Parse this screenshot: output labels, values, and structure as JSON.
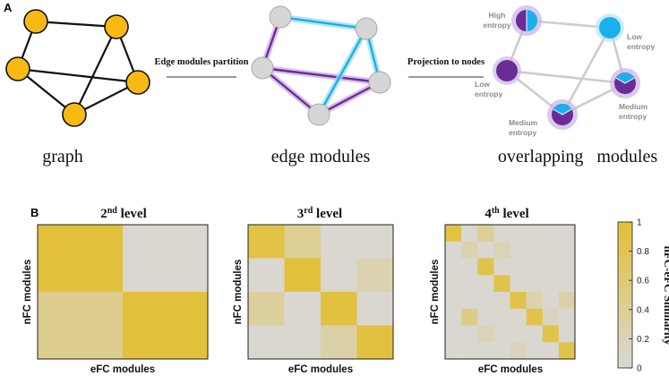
{
  "panel_a": {
    "label": "A",
    "captions": {
      "graph": "graph",
      "edge_modules": "edge modules",
      "overlapping_modules": "overlapping   modules"
    },
    "arrows": {
      "partition": "Edge modules partition",
      "projection": "Projection to nodes"
    },
    "node_annotations": {
      "top_left": {
        "line1": "High",
        "line2": "entropy"
      },
      "top_right": {
        "line1": "Low",
        "line2": "entropy"
      },
      "left": {
        "line1": "Low",
        "line2": "entropy"
      },
      "right": {
        "line1": "Medium",
        "line2": "entropy"
      },
      "bottom": {
        "line1": "Medium",
        "line2": "entropy"
      }
    },
    "colors": {
      "node_fill": "#f8b913",
      "module_blue": "#1ab0ec",
      "module_purple": "#7a3ea6",
      "grey_node": "#d6d6d6",
      "grey_edge": "#cccccc"
    }
  },
  "panel_b": {
    "label": "B",
    "colorbar": {
      "label": "nFC-eFC Similarity",
      "ticks": [
        "0",
        "0.2",
        "0.4",
        "0.6",
        "0.8",
        "1"
      ],
      "min_color": "#d8d8d8",
      "max_color": "#e3bf33"
    },
    "chart_data": [
      {
        "type": "heatmap",
        "title_base": "2",
        "title_sup": "nd",
        "title_rest": " level",
        "xlabel": "eFC modules",
        "ylabel": "nFC modules",
        "matrix": [
          [
            0.95,
            0.05
          ],
          [
            0.45,
            0.95
          ]
        ]
      },
      {
        "type": "heatmap",
        "title_base": "3",
        "title_sup": "rd",
        "title_rest": " level",
        "xlabel": "eFC modules",
        "ylabel": "nFC modules",
        "matrix": [
          [
            0.88,
            0.42,
            0.05,
            0.05
          ],
          [
            0.05,
            0.95,
            0.05,
            0.25
          ],
          [
            0.35,
            0.05,
            0.92,
            0.05
          ],
          [
            0.05,
            0.05,
            0.3,
            0.92
          ]
        ]
      },
      {
        "type": "heatmap",
        "title_base": "4",
        "title_sup": "th",
        "title_rest": " level",
        "xlabel": "eFC modules",
        "ylabel": "nFC modules",
        "matrix": [
          [
            0.9,
            0.05,
            0.4,
            0.05,
            0.05,
            0.05,
            0.05,
            0.05
          ],
          [
            0.05,
            0.25,
            0.05,
            0.2,
            0.05,
            0.05,
            0.05,
            0.05
          ],
          [
            0.05,
            0.05,
            0.85,
            0.05,
            0.05,
            0.05,
            0.05,
            0.05
          ],
          [
            0.05,
            0.05,
            0.05,
            0.85,
            0.05,
            0.05,
            0.05,
            0.05
          ],
          [
            0.05,
            0.05,
            0.05,
            0.05,
            0.85,
            0.25,
            0.05,
            0.3
          ],
          [
            0.05,
            0.5,
            0.05,
            0.05,
            0.05,
            0.85,
            0.15,
            0.05
          ],
          [
            0.05,
            0.05,
            0.2,
            0.05,
            0.05,
            0.05,
            0.85,
            0.05
          ],
          [
            0.05,
            0.05,
            0.05,
            0.05,
            0.15,
            0.05,
            0.05,
            0.85
          ]
        ]
      }
    ]
  }
}
